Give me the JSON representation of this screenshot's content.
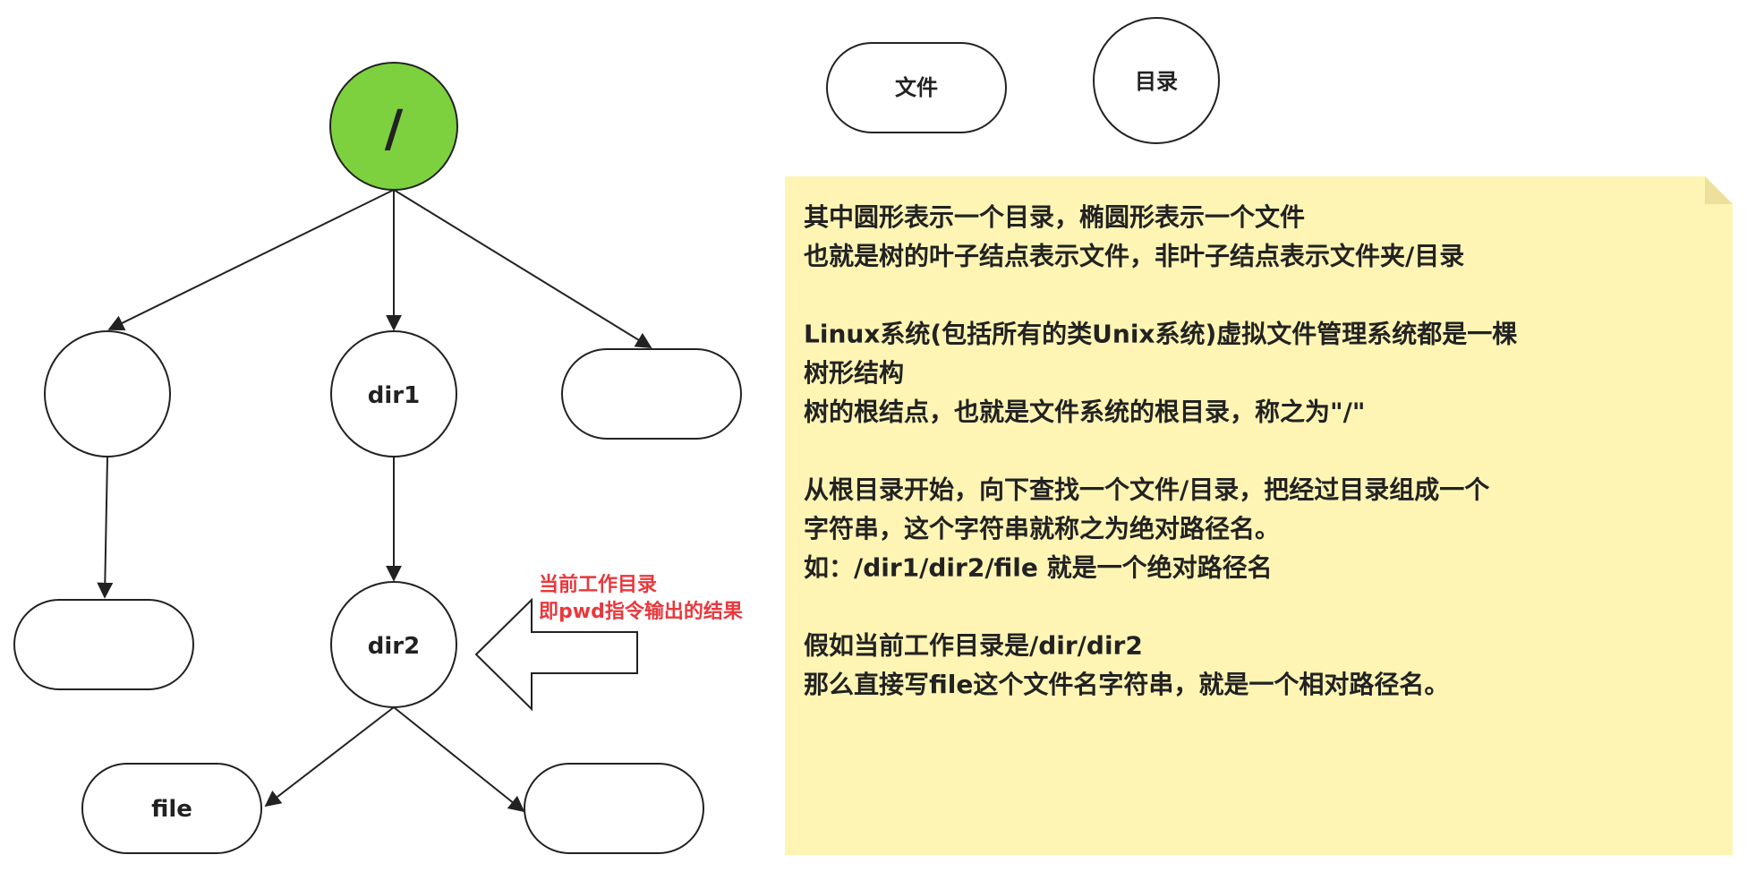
{
  "legend": {
    "file_label": "文件",
    "dir_label": "目录"
  },
  "tree": {
    "root_label": "/",
    "dir1_label": "dir1",
    "dir2_label": "dir2",
    "file_label": "file"
  },
  "annotation": {
    "line1": "当前工作目录",
    "line2": "即pwd指令输出的结果"
  },
  "note": {
    "lines": [
      "其中圆形表示一个目录，椭圆形表示一个文件",
      "也就是树的叶子结点表示文件，非叶子结点表示文件夹/目录",
      "",
      "Linux系统(包括所有的类Unix系统)虚拟文件管理系统都是一棵",
      "树形结构",
      "树的根结点，也就是文件系统的根目录，称之为\"/\"",
      "",
      "从根目录开始，向下查找一个文件/目录，把经过目录组成一个",
      "字符串，这个字符串就称之为绝对路径名。",
      "如：/dir1/dir2/file 就是一个绝对路径名",
      "",
      "假如当前工作目录是/dir/dir2",
      "那么直接写file这个文件名字符串，就是一个相对路径名。"
    ]
  },
  "colors": {
    "root_fill": "#7dd13f",
    "note_fill": "#fef5b5",
    "note_fold": "#ece09a",
    "annotation_text": "#e8383d",
    "stroke": "#222222"
  }
}
